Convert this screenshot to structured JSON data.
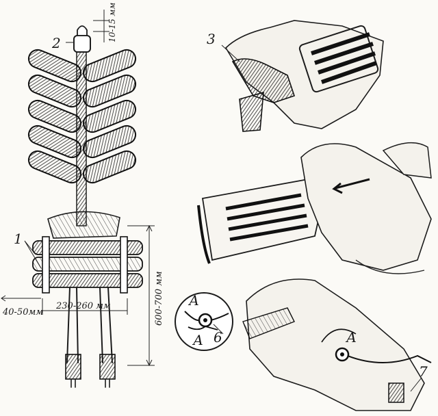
{
  "figure": {
    "labels": {
      "n1": "1",
      "n2": "2",
      "n3": "3",
      "n6": "6",
      "n7": "7",
      "a_top": "А",
      "a_bottom": "А",
      "a_right": "А"
    },
    "dimensions": {
      "gap_top": "10-15 мм",
      "side_offset": "40-50мм",
      "width": "230-260 мм",
      "height": "600-700 мм"
    }
  }
}
